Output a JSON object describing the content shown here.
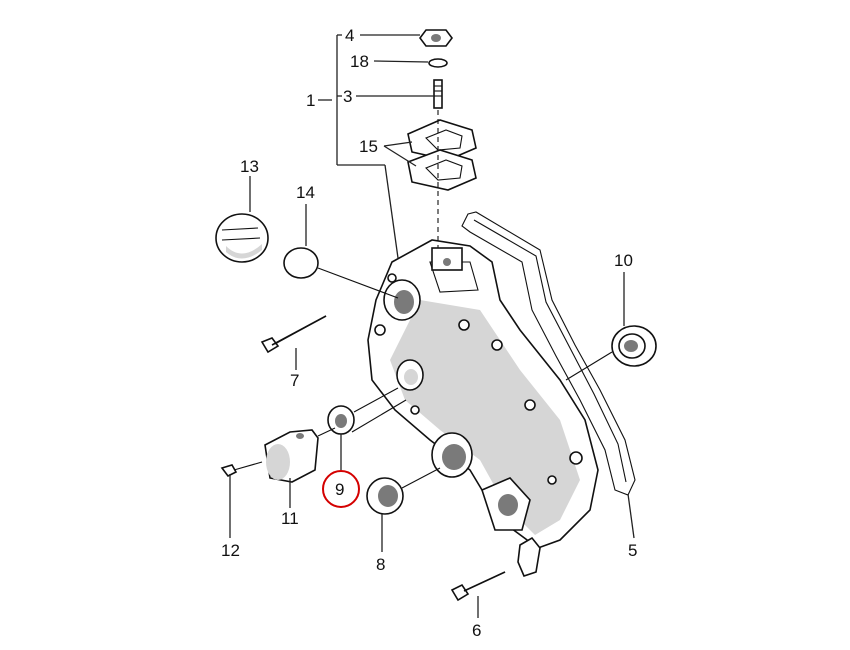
{
  "diagram": {
    "labels": {
      "p1": "1",
      "p3": "3",
      "p4": "4",
      "p5": "5",
      "p6": "6",
      "p7": "7",
      "p8": "8",
      "p9": "9",
      "p10": "10",
      "p11": "11",
      "p12": "12",
      "p13": "13",
      "p14": "14",
      "p15": "15",
      "p18": "18"
    },
    "highlight": {
      "part": "9",
      "color": "#d40000"
    },
    "leader_color_part1": "#cc2222"
  }
}
